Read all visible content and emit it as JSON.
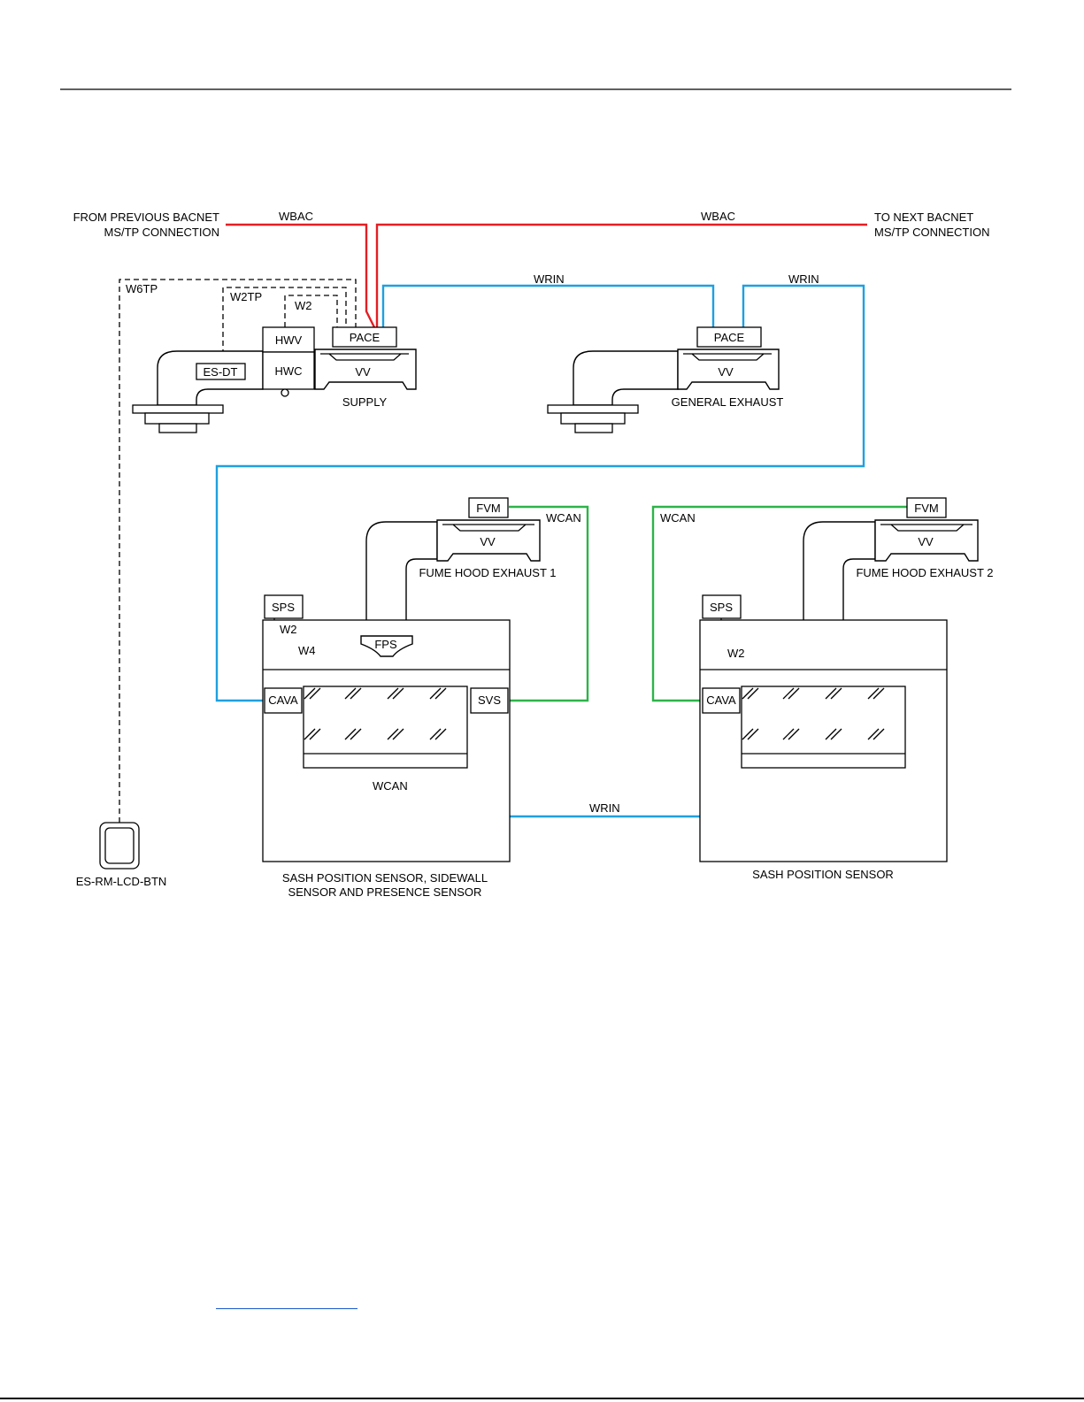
{
  "labels": {
    "from_previous": [
      "FROM PREVIOUS BACNET",
      "MS/TP CONNECTION"
    ],
    "to_next": [
      "TO NEXT BACNET",
      "MS/TP CONNECTION"
    ],
    "wbac_left": "WBAC",
    "wbac_right": "WBAC",
    "wrin_top_left": "WRIN",
    "wrin_top_right": "WRIN",
    "wrin_bottom": "WRIN",
    "w6tp": "W6TP",
    "w2tp": "W2TP",
    "w2_top": "W2",
    "w2_hood1": "W2",
    "w4_hood1": "W4",
    "w2_hood2": "W2",
    "wcan_hood1_right": "WCAN",
    "wcan_hood1_bottom": "WCAN",
    "wcan_hood2": "WCAN",
    "supply_caption": "SUPPLY",
    "general_exhaust_caption": "GENERAL EXHAUST",
    "fume_hood_exhaust_1": "FUME HOOD EXHAUST 1",
    "fume_hood_exhaust_2": "FUME HOOD EXHAUST 2",
    "hood1_caption": [
      "SASH POSITION SENSOR, SIDEWALL",
      "SENSOR AND PRESENCE SENSOR"
    ],
    "hood2_caption": "SASH POSITION SENSOR",
    "rm_device": "ES-RM-LCD-BTN"
  },
  "devices": {
    "pace_supply": "PACE",
    "vv_supply": "VV",
    "hwv": "HWV",
    "hwc": "HWC",
    "es_dt": "ES-DT",
    "pace_exhaust": "PACE",
    "vv_exhaust": "VV",
    "fvm_1": "FVM",
    "vv_fume_1": "VV",
    "fvm_2": "FVM",
    "vv_fume_2": "VV",
    "sps_1": "SPS",
    "fps_1": "FPS",
    "cava_1": "CAVA",
    "svs_1": "SVS",
    "sps_2": "SPS",
    "cava_2": "CAVA"
  },
  "colors": {
    "bacnet_wire": "#e31e24",
    "wrin_wire": "#1ea0e0",
    "wcan_wire": "#2db34a"
  }
}
